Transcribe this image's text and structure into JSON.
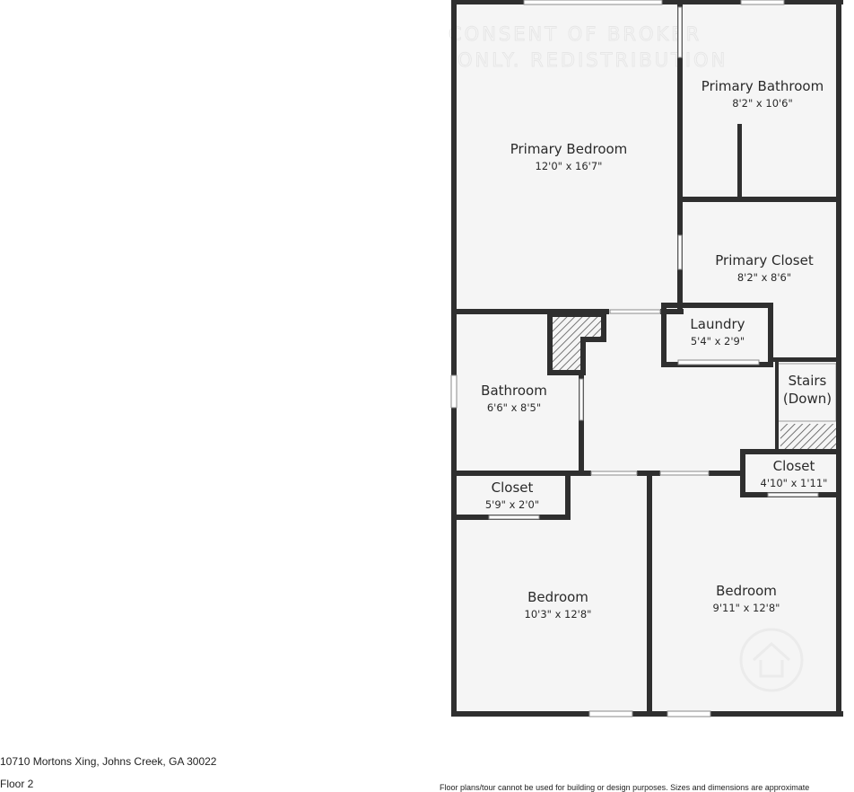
{
  "floor_plan": {
    "rooms": {
      "primary_bedroom": {
        "name": "Primary Bedroom",
        "dims": "12'0\" x 16'7\""
      },
      "primary_bathroom": {
        "name": "Primary Bathroom",
        "dims": "8'2\" x 10'6\""
      },
      "primary_closet": {
        "name": "Primary Closet",
        "dims": "8'2\" x 8'6\""
      },
      "laundry": {
        "name": "Laundry",
        "dims": "5'4\" x 2'9\""
      },
      "stairs_line1": "Stairs",
      "stairs_line2": "(Down)",
      "bathroom": {
        "name": "Bathroom",
        "dims": "6'6\" x 8'5\""
      },
      "closet_left": {
        "name": "Closet",
        "dims": "5'9\" x 2'0\""
      },
      "closet_right": {
        "name": "Closet",
        "dims": "4'10\" x 1'11\""
      },
      "bedroom_left": {
        "name": "Bedroom",
        "dims": "10'3\" x 12'8\""
      },
      "bedroom_right": {
        "name": "Bedroom",
        "dims": "9'11\" x 12'8\""
      }
    }
  },
  "footer": {
    "address": "10710 Mortons Xing, Johns Creek, GA 30022",
    "floor": "Floor 2",
    "disclaimer": "Floor plans/tour cannot be used for building or design purposes. Sizes and dimensions are approximate"
  },
  "colors": {
    "wall": "#2f2f2f",
    "floor": "#f5f5f5",
    "hatch": "#555555"
  }
}
